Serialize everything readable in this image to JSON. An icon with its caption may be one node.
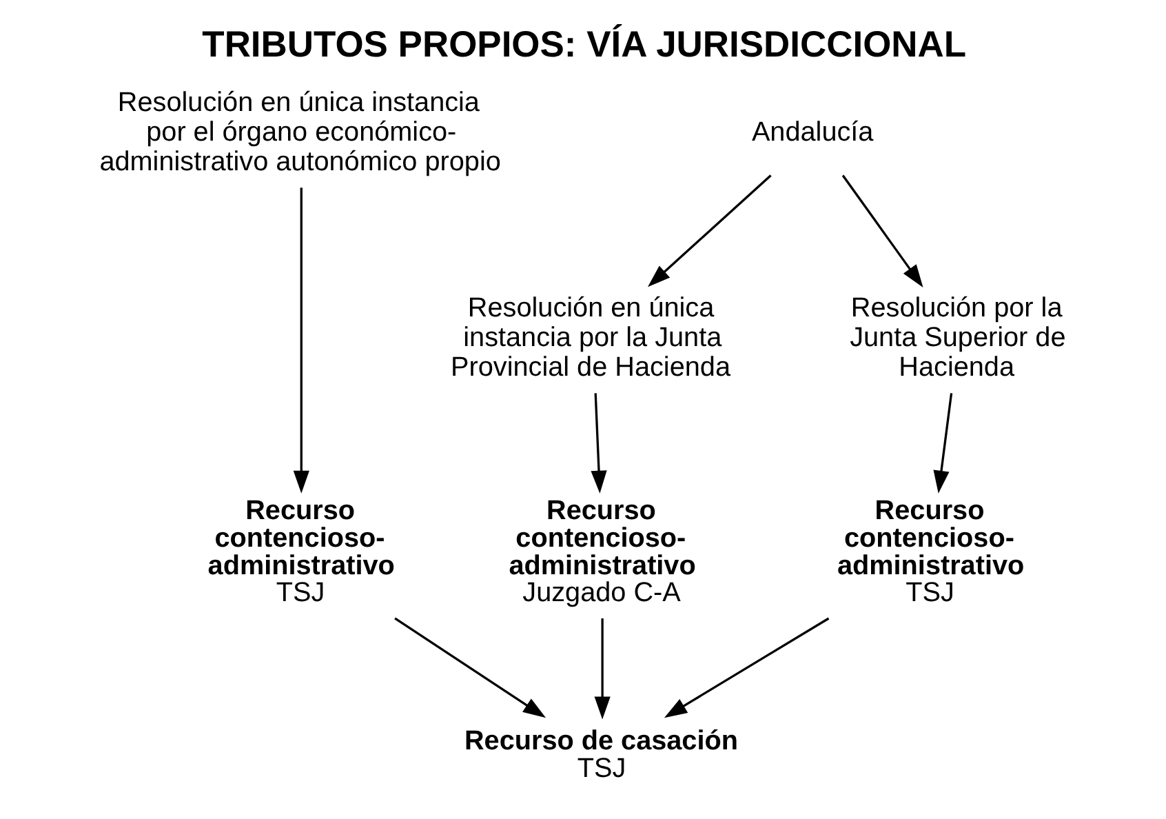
{
  "diagram": {
    "title": "TRIBUTOS PROPIOS: VÍA JURISDICCIONAL",
    "nodes": [
      {
        "text": [
          "Resolución en única instancia por el órgano económico-administrativo autonómico propio"
        ]
      },
      {
        "text": [
          "Andalucía"
        ]
      },
      {
        "text": [
          "Resolución en única instancia por la Junta Provincial de Hacienda"
        ]
      },
      {
        "text": [
          "Resolución por la Junta Superior de Hacienda"
        ]
      },
      {
        "text": [
          "Recurso contencioso-administrativo",
          "TSJ"
        ]
      },
      {
        "text": [
          "Recurso contencioso-administrativo",
          "Juzgado C-A"
        ]
      },
      {
        "text": [
          "Recurso contencioso-administrativo",
          "TSJ"
        ]
      },
      {
        "text": [
          "Recurso de casación",
          "TSJ"
        ]
      }
    ],
    "edges": [
      {
        "from": 1,
        "to": 2,
        "arrow": "to"
      },
      {
        "from": 1,
        "to": 3,
        "arrow": "to"
      },
      {
        "from": 0,
        "to": 4,
        "arrow": "to"
      },
      {
        "from": 2,
        "to": 5,
        "arrow": "to"
      },
      {
        "from": 3,
        "to": 6,
        "arrow": "to"
      },
      {
        "from": 4,
        "to": 7,
        "arrow": "to"
      },
      {
        "from": 5,
        "to": 7,
        "arrow": "to"
      },
      {
        "from": 6,
        "to": 7,
        "arrow": "to"
      }
    ]
  }
}
